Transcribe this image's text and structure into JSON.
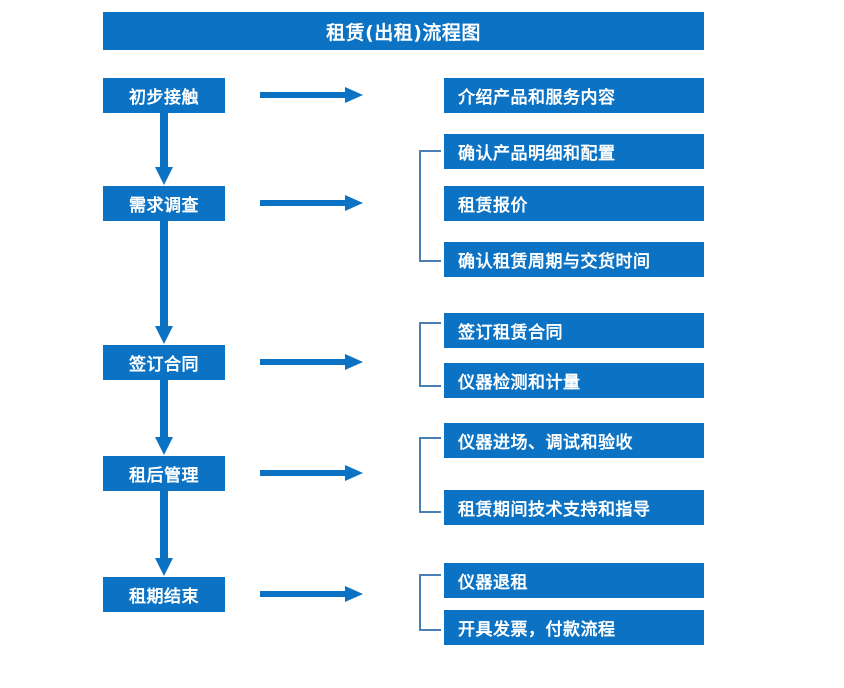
{
  "diagram": {
    "title": "租赁(出租)流程图",
    "colors": {
      "box_fill": "#0b72c4",
      "box_text": "#ffffff",
      "arrow": "#0b72c4",
      "bracket": "#4a7fb5",
      "background": "#ffffff"
    },
    "stages": [
      {
        "label": "初步接触"
      },
      {
        "label": "需求调查"
      },
      {
        "label": "签订合同"
      },
      {
        "label": "租后管理"
      },
      {
        "label": "租期结束"
      }
    ],
    "details": [
      {
        "label": "介绍产品和服务内容"
      },
      {
        "label": "确认产品明细和配置"
      },
      {
        "label": "租赁报价"
      },
      {
        "label": "确认租赁周期与交货时间"
      },
      {
        "label": "签订租赁合同"
      },
      {
        "label": "仪器检测和计量"
      },
      {
        "label": "仪器进场、调试和验收"
      },
      {
        "label": "租赁期间技术支持和指导"
      },
      {
        "label": "仪器退租"
      },
      {
        "label": "开具发票，付款流程"
      }
    ],
    "connectors": {
      "vertical_arrows": 4,
      "horizontal_arrows": 5,
      "brackets": 4
    }
  }
}
